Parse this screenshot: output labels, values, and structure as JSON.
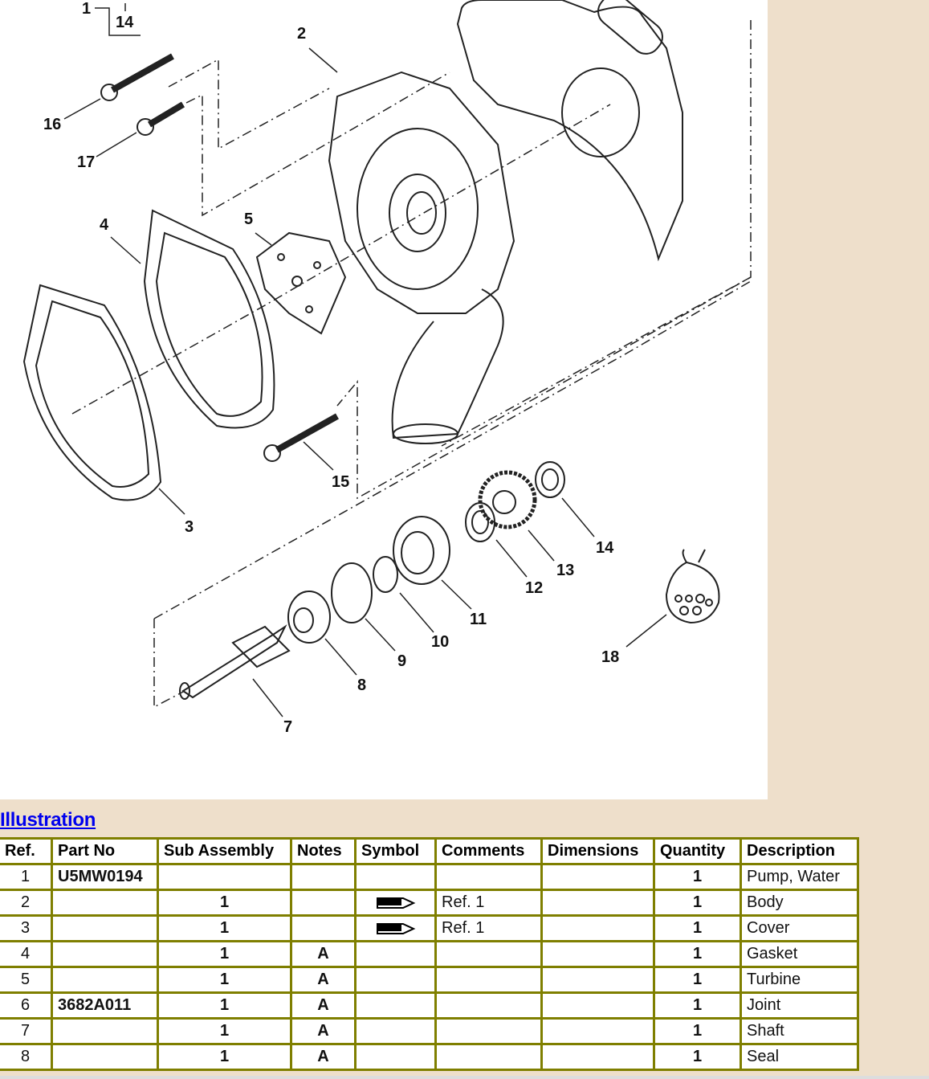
{
  "illustration": {
    "callouts": {
      "c1": "1",
      "c14a": "14",
      "c2": "2",
      "c16": "16",
      "c17": "17",
      "c4": "4",
      "c5": "5",
      "c3": "3",
      "c15": "15",
      "c14": "14",
      "c13": "13",
      "c12": "12",
      "c11": "11",
      "c10": "10",
      "c9": "9",
      "c8": "8",
      "c7": "7",
      "c18": "18"
    }
  },
  "heading": "Illustration",
  "table": {
    "headers": [
      "Ref.",
      "Part No",
      "Sub Assembly",
      "Notes",
      "Symbol",
      "Comments",
      "Dimensions",
      "Quantity",
      "Description"
    ],
    "rows": [
      {
        "ref": "1",
        "part_no": "U5MW0194",
        "sub": "",
        "notes": "",
        "symbol": "",
        "comments": "",
        "dimensions": "",
        "qty": "1",
        "desc": "Pump, Water"
      },
      {
        "ref": "2",
        "part_no": "",
        "sub": "1",
        "notes": "",
        "symbol": "pencil-arrow-icon",
        "comments": "Ref. 1",
        "dimensions": "",
        "qty": "1",
        "desc": "Body"
      },
      {
        "ref": "3",
        "part_no": "",
        "sub": "1",
        "notes": "",
        "symbol": "pencil-arrow-icon",
        "comments": "Ref. 1",
        "dimensions": "",
        "qty": "1",
        "desc": "Cover"
      },
      {
        "ref": "4",
        "part_no": "",
        "sub": "1",
        "notes": "A",
        "symbol": "",
        "comments": "",
        "dimensions": "",
        "qty": "1",
        "desc": "Gasket"
      },
      {
        "ref": "5",
        "part_no": "",
        "sub": "1",
        "notes": "A",
        "symbol": "",
        "comments": "",
        "dimensions": "",
        "qty": "1",
        "desc": "Turbine"
      },
      {
        "ref": "6",
        "part_no": "3682A011",
        "sub": "1",
        "notes": "A",
        "symbol": "",
        "comments": "",
        "dimensions": "",
        "qty": "1",
        "desc": "Joint"
      },
      {
        "ref": "7",
        "part_no": "",
        "sub": "1",
        "notes": "A",
        "symbol": "",
        "comments": "",
        "dimensions": "",
        "qty": "1",
        "desc": "Shaft"
      },
      {
        "ref": "8",
        "part_no": "",
        "sub": "1",
        "notes": "A",
        "symbol": "",
        "comments": "",
        "dimensions": "",
        "qty": "1",
        "desc": "Seal"
      }
    ]
  },
  "colors": {
    "border": "#7f7f00",
    "background": "#eedfcb",
    "link": "#0000ee"
  }
}
